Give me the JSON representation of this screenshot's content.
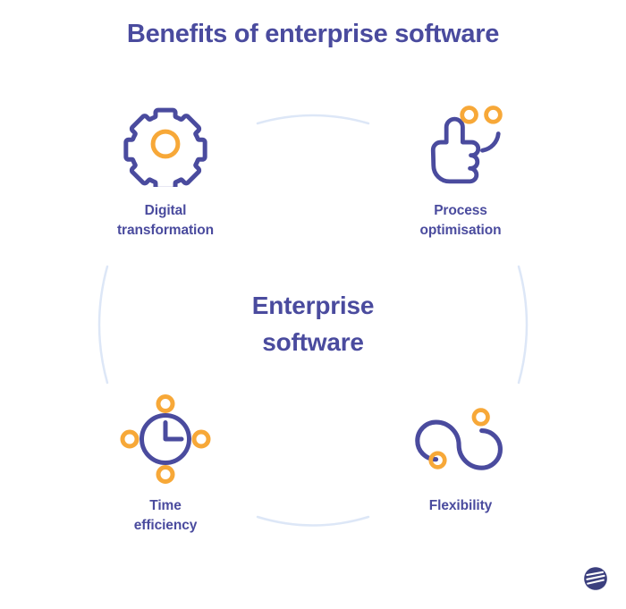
{
  "page": {
    "title": "Benefits of enterprise software",
    "background_color": "#ffffff"
  },
  "colors": {
    "primary_purple": "#4a4b9e",
    "accent_orange": "#f7a838",
    "arc_light_blue": "#dde7f7",
    "logo_navy": "#3b3f7e"
  },
  "center": {
    "line1": "Enterprise",
    "line2": "software"
  },
  "benefits": [
    {
      "position": "top-left",
      "icon": "gear-icon",
      "label_line1": "Digital",
      "label_line2": "transformation"
    },
    {
      "position": "top-right",
      "icon": "thumbs-up-icon",
      "label_line1": "Process",
      "label_line2": "optimisation"
    },
    {
      "position": "bottom-left",
      "icon": "clock-icon",
      "label_line1": "Time",
      "label_line2": "efficiency"
    },
    {
      "position": "bottom-right",
      "icon": "flexibility-s-curve-icon",
      "label_line1": "Flexibility",
      "label_line2": ""
    }
  ],
  "logo": {
    "name": "brand-logo"
  }
}
